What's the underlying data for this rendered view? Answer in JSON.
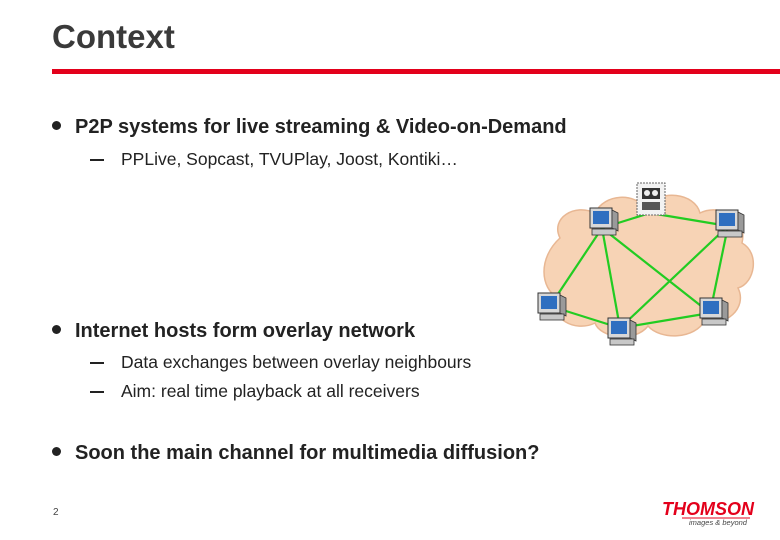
{
  "slide": {
    "title": "Context",
    "page_number": "2"
  },
  "bullets": [
    {
      "text": "P2P systems for live streaming & Video-on-Demand",
      "subitems": [
        "PPLive, Sopcast, TVUPlay, Joost, Kontiki…"
      ]
    },
    {
      "text": "Internet hosts form overlay network",
      "subitems": [
        "Data exchanges between overlay neighbours",
        "Aim: real time playback at all receivers"
      ]
    },
    {
      "text": "Soon the main channel for multimedia diffusion?",
      "subitems": []
    }
  ],
  "diagram": {
    "icons": [
      "cloud-icon",
      "computer-icon",
      "server-icon"
    ],
    "colors": {
      "cloud": "#f7d3b5",
      "links": "#22cc22",
      "monitor": "#2f6fc0"
    }
  },
  "logo": {
    "brand": "THOMSON",
    "tagline": "images & beyond",
    "color": "#e3001b"
  },
  "colors": {
    "accent": "#e3001b",
    "title": "#3a3a3a",
    "text": "#222222"
  }
}
